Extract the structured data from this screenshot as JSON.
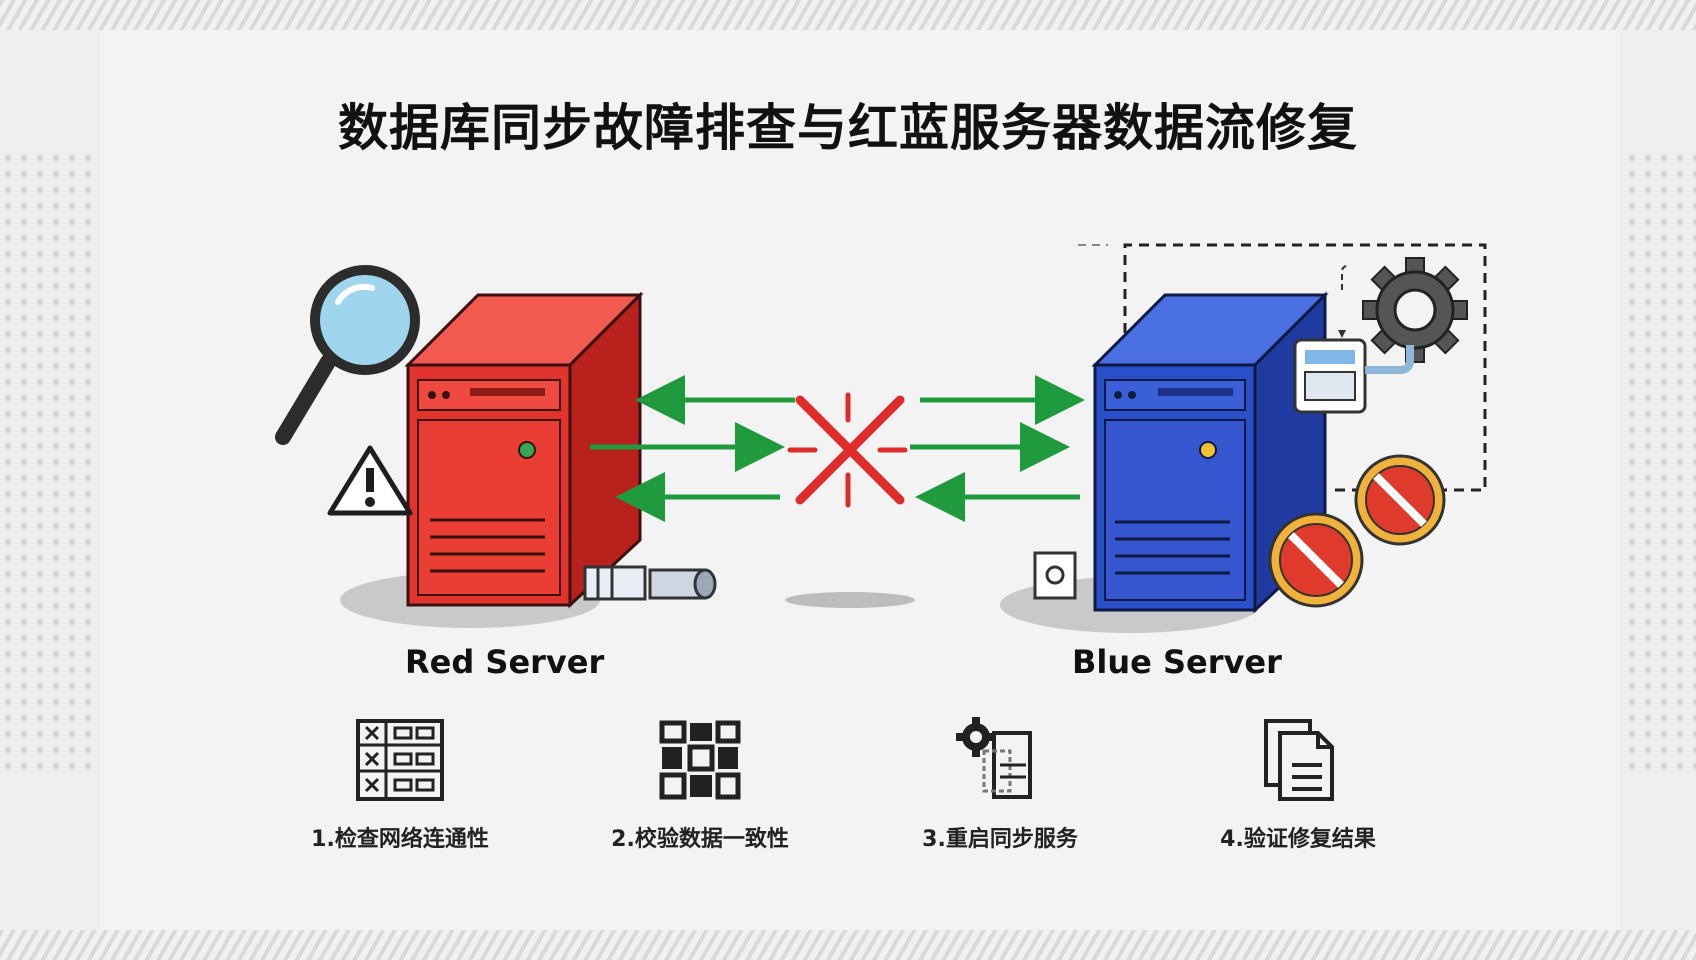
{
  "title": "数据库同步故障排查与红蓝服务器数据流修复",
  "servers": {
    "red": {
      "label": "Red Server",
      "color": "#e2342c"
    },
    "blue": {
      "label": "Blue Server",
      "color": "#2b4fc9"
    }
  },
  "colors": {
    "arrow": "#1f9a3c",
    "error": "#e02b2b",
    "gear": "#555555"
  },
  "icons": [
    "magnifier-icon",
    "warning-icon",
    "broken-pipe-icon",
    "gear-icon",
    "error-x-icon",
    "stop-sign-icon"
  ],
  "steps": [
    {
      "label": "1.检查网络连通性",
      "icon": "checklist-icon"
    },
    {
      "label": "2.校验数据一致性",
      "icon": "grid-blocks-icon"
    },
    {
      "label": "3.重启同步服务",
      "icon": "gear-restart-icon"
    },
    {
      "label": "4.验证修复结果",
      "icon": "documents-icon"
    }
  ]
}
